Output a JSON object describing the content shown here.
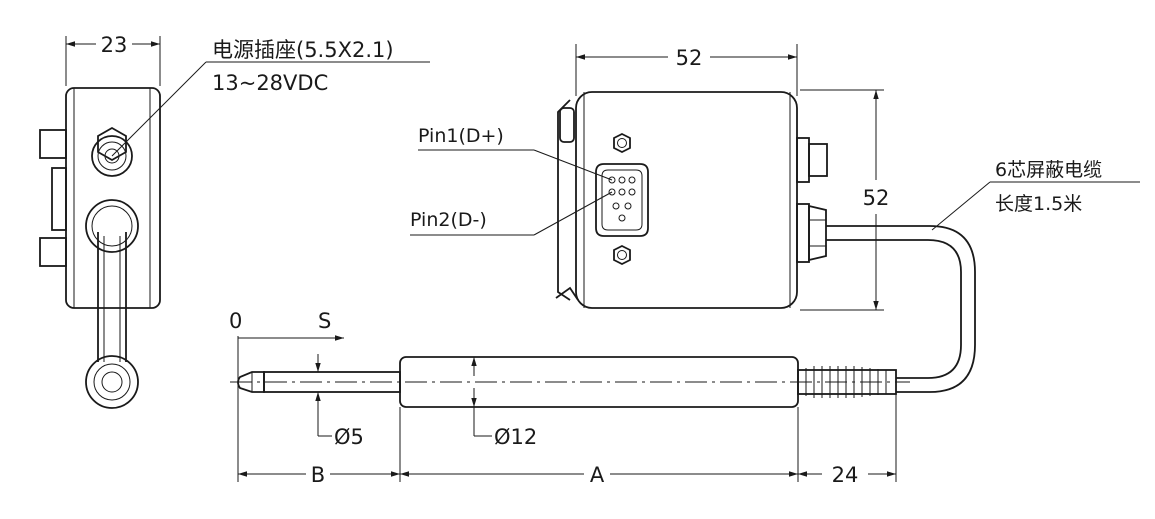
{
  "colors": {
    "line": "#1a1a1a",
    "background": "#ffffff"
  },
  "side_view": {
    "width_dim": "23",
    "power_socket_label": "电源插座(5.5X2.1)",
    "voltage_label": "13~28VDC"
  },
  "front_view": {
    "width_dim": "52",
    "height_dim": "52",
    "pin1_label": "Pin1(D+)",
    "pin2_label": "Pin2(D-)",
    "cable_label": "6芯屏蔽电缆",
    "cable_length_label": "长度1.5米"
  },
  "sensor_view": {
    "zero_label": "0",
    "stroke_label": "S",
    "rod_diameter": "Ø5",
    "body_diameter": "Ø12",
    "dim_b": "B",
    "dim_a": "A",
    "dim_24": "24"
  }
}
